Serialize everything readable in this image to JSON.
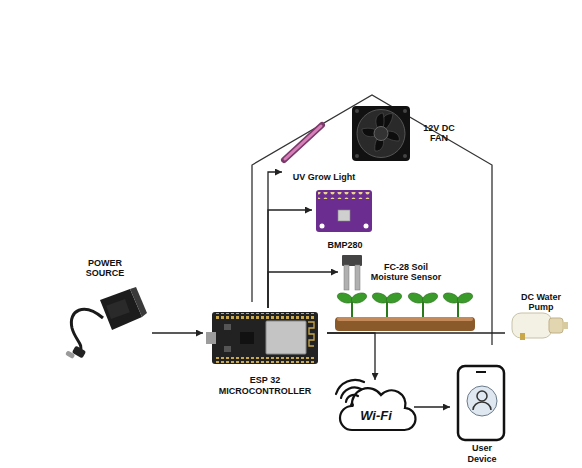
{
  "diagram": {
    "nodes": [
      {
        "text": [
          "POWER SOURCE"
        ]
      },
      {
        "text": [
          "ESP 32 MICROCONTROLLER"
        ]
      },
      {
        "text": [
          "12V DC FAN"
        ]
      },
      {
        "text": [
          "UV Grow Light"
        ]
      },
      {
        "text": [
          "BMP280"
        ]
      },
      {
        "text": [
          "FC-28 Soil Moisture Sensor"
        ]
      },
      {
        "text": [
          "DC Water Pump"
        ]
      },
      {
        "text": [
          "Wi-Fi"
        ]
      },
      {
        "text": [
          "User Device"
        ]
      }
    ],
    "edges": [
      {
        "from": 0,
        "to": 1,
        "arrow": "to"
      },
      {
        "from": 1,
        "to": 3,
        "arrow": "to"
      },
      {
        "from": 1,
        "to": 4,
        "arrow": "to"
      },
      {
        "from": 1,
        "to": 5,
        "arrow": "to"
      },
      {
        "from": 1,
        "to": 6,
        "arrow": "none"
      },
      {
        "from": 1,
        "to": 7,
        "arrow": "to"
      },
      {
        "from": 7,
        "to": 8,
        "arrow": "to"
      }
    ]
  }
}
